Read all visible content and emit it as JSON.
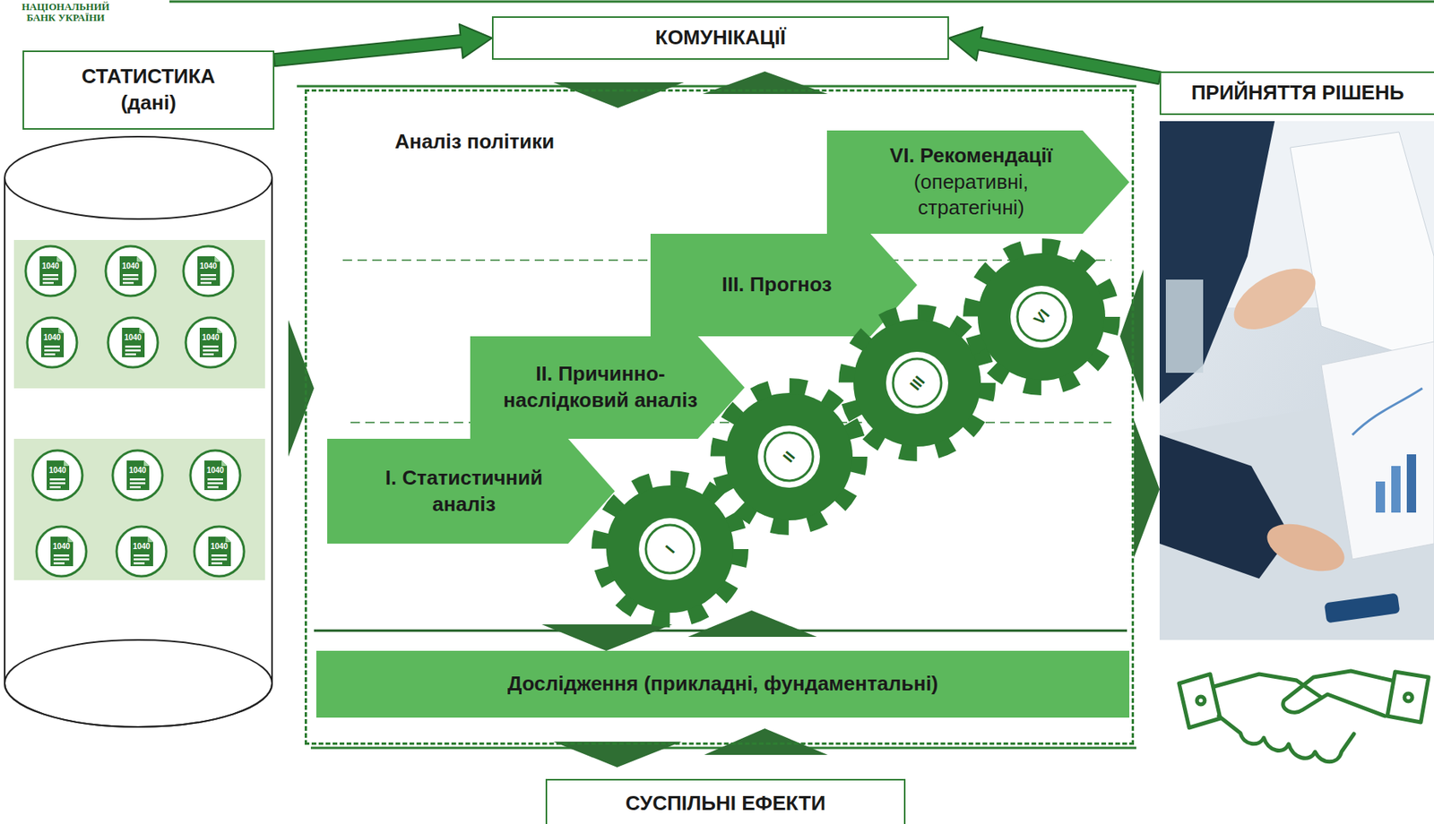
{
  "diagram": {
    "nodes": [
      {
        "text": [
          "СТАТИСТИКА (дані)"
        ]
      },
      {
        "text": [
          "КОМУНІКАЦІЇ"
        ]
      },
      {
        "text": [
          "ПРИЙНЯТТЯ РІШЕНЬ"
        ]
      },
      {
        "text": [
          "Аналіз політики"
        ]
      },
      {
        "text": [
          "I. Статистичний аналіз"
        ],
        "in": 3
      },
      {
        "text": [
          "II. Причинно-наслідковий аналіз"
        ],
        "in": 3
      },
      {
        "text": [
          "III. Прогноз"
        ],
        "in": 3
      },
      {
        "text": [
          "VI. Рекомендації",
          "(оперативні, стратегічні)"
        ],
        "in": 3
      },
      {
        "text": [
          "Дослідження (прикладні, фундаментальні)"
        ],
        "in": 3
      },
      {
        "text": [
          "СУСПІЛЬНІ ЕФЕКТИ"
        ]
      }
    ],
    "edges": [
      {
        "from": 0,
        "to": 1,
        "arrow": "to"
      },
      {
        "from": 2,
        "to": 1,
        "arrow": "to"
      }
    ],
    "labels": [
      "НАЦІОНАЛЬНИЙ БАНК УКРАЇНИ",
      "1040",
      "1040",
      "1040",
      "1040",
      "1040",
      "1040",
      "1040",
      "1040",
      "1040",
      "1040",
      "1040",
      "1040",
      "I",
      "II",
      "III",
      "VI"
    ]
  }
}
